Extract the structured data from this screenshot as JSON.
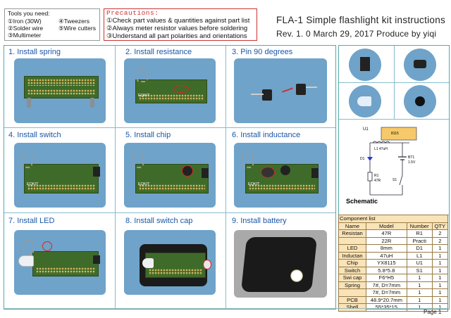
{
  "tools": {
    "heading": "Tools you need:",
    "items": [
      "①Iron (30W)",
      "④Tweezers",
      "②Solder wire",
      "⑤Wire cutters",
      "③Multimeter"
    ]
  },
  "precautions": {
    "heading": "Precautions:",
    "lines": [
      "①Check part values & quantities against part list",
      "②Always meter resistor values before soldering",
      "③Understand all part polarities and orientations"
    ]
  },
  "doc": {
    "title": "FLA-1  Simple flashlight kit instructions",
    "revision": "Rev. 1. 0  March 29, 2017  Produce by yiqi"
  },
  "steps": [
    "1. Install spring",
    "2. Install resistance",
    "3. Pin 90 degrees",
    "4. Install switch",
    "5. Install chip",
    "6. Install inductance",
    "7. Install LED",
    "8. Install switch cap",
    "9. Install battery"
  ],
  "board_label": "EQKIT",
  "schematic": {
    "label": "Schematic",
    "u1": "U1",
    "chip": "8115",
    "l1": "L1  47uH",
    "d1": "D1",
    "bt1": "BT1",
    "bt1_v": "1.5V",
    "r1": "R1",
    "r1_v": "47R",
    "s1": "S1"
  },
  "components": {
    "caption": "Component list",
    "headers": [
      "Name",
      "Model",
      "Number",
      "QTY"
    ],
    "rows": [
      [
        "Resistan",
        "47R",
        "R1",
        "2"
      ],
      [
        "",
        "22R",
        "Practi",
        "2"
      ],
      [
        "LED",
        "8mm",
        "D1",
        "1"
      ],
      [
        "Inductan",
        "47uH",
        "L1",
        "1"
      ],
      [
        "Chip",
        "YX8115",
        "U1",
        "1"
      ],
      [
        "Switch",
        "5.8*5.8",
        "S1",
        "1"
      ],
      [
        "Swi cap",
        "F6*H5",
        "1",
        "1"
      ],
      [
        "Spring",
        "7#, D=7mm",
        "1",
        "1"
      ],
      [
        "",
        "7#, D=7mm",
        "1",
        "1"
      ],
      [
        "PCB",
        "48.9*20.7mm",
        "1",
        "1"
      ],
      [
        "Shell",
        "55*35*15",
        "1",
        "1"
      ]
    ]
  },
  "footer": {
    "page": "Page  1"
  }
}
